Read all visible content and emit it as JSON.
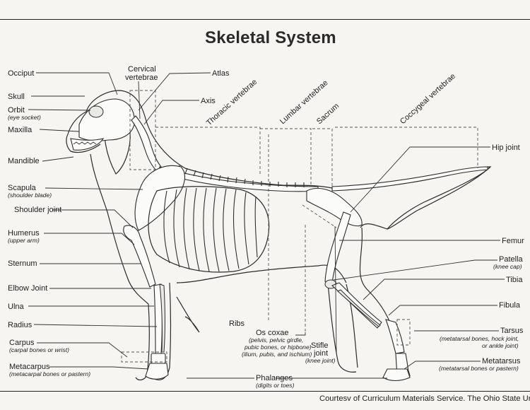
{
  "title": "Skeletal System",
  "credit": "Courtesv of Curriculum Materials Service. The Ohio State Universit",
  "labels": {
    "occiput": "Occiput",
    "skull": "Skull",
    "orbit": "Orbit",
    "orbit_sub": "(eye socket)",
    "maxilla": "Maxilla",
    "mandible": "Mandible",
    "scapula": "Scapula",
    "scapula_sub": "(shoulder blade)",
    "shoulder_joint": "Shoulder joint",
    "humerus": "Humerus",
    "humerus_sub": "(upper arm)",
    "sternum": "Sternum",
    "elbow_joint": "Elbow Joint",
    "ulna": "Ulna",
    "radius": "Radius",
    "carpus": "Carpus",
    "carpus_sub": "(carpal bones or wrist)",
    "metacarpus": "Metacarpus",
    "metacarpus_sub": "(metacarpal bones or pastern)",
    "cervical_1": "Cervical",
    "cervical_2": "vertebrae",
    "atlas": "Atlas",
    "axis": "Axis",
    "thoracic": "Thoracic vertebrae",
    "lumbar": "Lumbar vertebrae",
    "sacrum": "Sacrum",
    "coccygeal": "Coccygeal vertebrae",
    "hip_joint": "Hip joint",
    "femur": "Femur",
    "patella": "Patella",
    "patella_sub": "(knee cap)",
    "tibia": "Tibia",
    "fibula": "Fibula",
    "tarsus": "Tarsus",
    "tarsus_sub_1": "(metatarsal bones, hock joint,",
    "tarsus_sub_2": "or ankle joint)",
    "metatarsus": "Metatarsus",
    "metatarsus_sub": "(metatarsal bones or pastern)",
    "ribs": "Ribs",
    "os_coxae": "Os coxae",
    "os_coxae_sub_1": "(pelvis, pelvic girdle,",
    "os_coxae_sub_2": "pubic bones, or hipbone)",
    "os_coxae_sub_3": "(ilium, pubis, and ischium)",
    "stifle_1": "Stifle",
    "stifle_2": "joint",
    "stifle_sub": "(knee joint)",
    "phalanges": "Phalanges",
    "phalanges_sub": "(digits or toes)"
  }
}
